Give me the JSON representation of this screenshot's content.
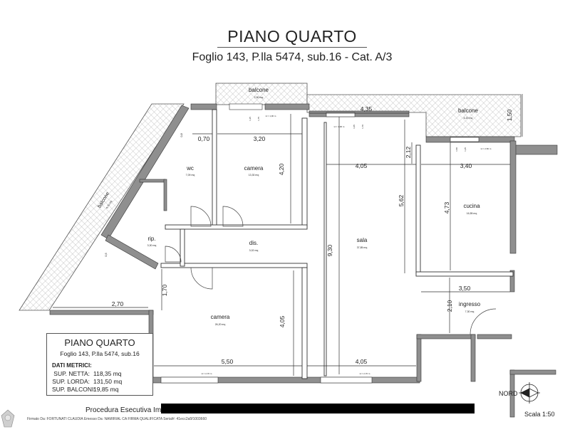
{
  "header": {
    "title": "PIANO QUARTO",
    "subtitle": "Foglio 143, P.lla 5474, sub.16 - Cat. A/3"
  },
  "rooms": [
    {
      "id": "balcone-top",
      "name": "balcone",
      "area": "2,50 mq"
    },
    {
      "id": "balcone-right",
      "name": "balcone",
      "area": "6,20 mq"
    },
    {
      "id": "balcone-left",
      "name": "balcone",
      "area": "6,70 mq"
    },
    {
      "id": "wc",
      "name": "wc",
      "area": "7,09 mq"
    },
    {
      "id": "camera-1",
      "name": "camera",
      "area": "13,30 mq"
    },
    {
      "id": "rip",
      "name": "rip.",
      "area": "3,30 mq"
    },
    {
      "id": "dis",
      "name": "dis.",
      "area": "3,02 mq"
    },
    {
      "id": "sala",
      "name": "sala",
      "area": "37,85 mq"
    },
    {
      "id": "cucina",
      "name": "cucina",
      "area": "16,55 mq"
    },
    {
      "id": "ingresso",
      "name": "ingresso",
      "area": "7,30 mq"
    },
    {
      "id": "camera-2",
      "name": "camera",
      "area": "26,20 mq"
    }
  ],
  "dimensions": {
    "d435": "4,35",
    "d150": "1,50",
    "d070": "0,70",
    "d320": "3,20",
    "d405a": "4,05",
    "d340": "3,40",
    "d420": "4,20",
    "d212": "2,12",
    "d562": "5,62",
    "d473": "4,73",
    "d930": "9,30",
    "d350": "3,50",
    "d170": "1,70",
    "d270": "2,70",
    "d210": "2,10",
    "d405b": "4,05",
    "d550": "5,50",
    "d405c": "4,05"
  },
  "small_labels": {
    "h_win1": "H = 1,00 m",
    "h_win2": "H = 1,00 m",
    "h_win3": "H = 2,50 m",
    "h_win4": "H = 2,70 m",
    "h_win5": "H = 2,70 m",
    "w_a": "1,25",
    "w_b": "1,75",
    "w_c": "1,05",
    "w_d": "1,70",
    "w_e": "1,50",
    "w_f": "1,25",
    "d_wc": "0,8",
    "d_bal": "0,5"
  },
  "info_box": {
    "title": "PIANO QUARTO",
    "subtitle": "Foglio 143, P.lla 5474, sub.16",
    "heading": "DATI METRICI:",
    "rows": [
      {
        "label": "SUP. NETTA:",
        "value": "118,35 mq"
      },
      {
        "label": "SUP. LORDA:",
        "value": "131,50 mq"
      },
      {
        "label": "SUP. BALCONI:",
        "value": "19,85 mq"
      }
    ]
  },
  "footer": {
    "procedure": "Procedura Esecutiva Immobiliare",
    "signed": "Firmato Da: FORTUNATI CLAUDIA Emesso Da: NAMIRIAL CA FIRMA QUALIFICATA Serial#: 41ecc2a5f1003660",
    "nord": "NORD",
    "scala": "Scala 1:50"
  },
  "colors": {
    "wall": "#8f8f8f",
    "line": "#333333",
    "hatch": "#bbbbbb"
  }
}
